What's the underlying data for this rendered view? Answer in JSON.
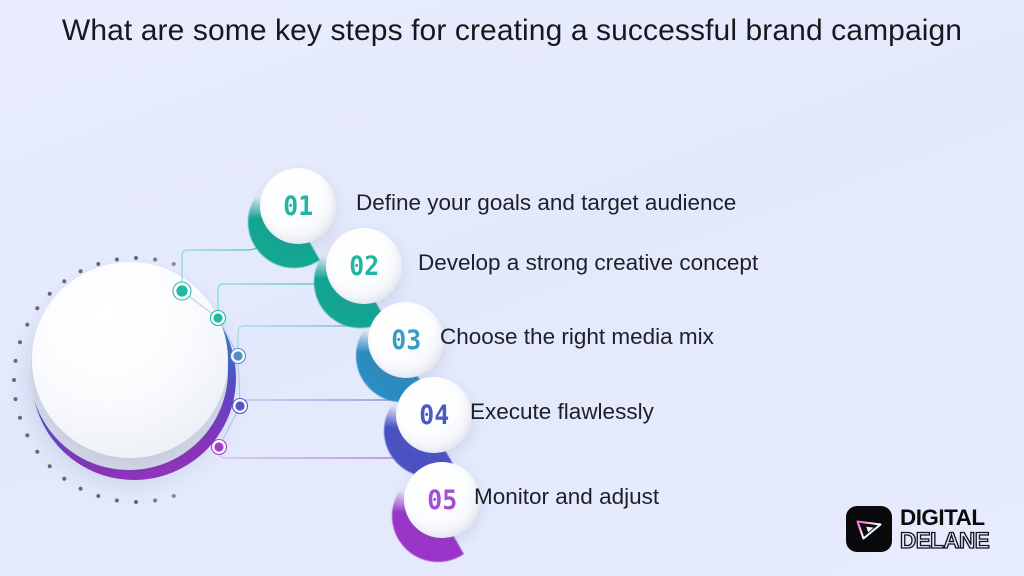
{
  "page": {
    "title": "What are some key steps for creating a successful brand campaign",
    "background_color": "#e4eafd",
    "title_color": "#16181d"
  },
  "steps": [
    {
      "number": "01",
      "label": "Define your goals and target audience",
      "accent_color": "#13a892",
      "number_color": "#1fb7a2"
    },
    {
      "number": "02",
      "label": "Develop a strong creative concept",
      "accent_color": "#12a793",
      "number_color": "#22b5a4"
    },
    {
      "number": "03",
      "label": "Choose the right media mix",
      "accent_color": "#2b8ec2",
      "number_color": "#3a9cc4"
    },
    {
      "number": "04",
      "label": "Execute flawlessly",
      "accent_color": "#4a52c4",
      "number_color": "#4c5ac4"
    },
    {
      "number": "05",
      "label": "Monitor and adjust",
      "accent_color": "#9b34c9",
      "number_color": "#a24fd4"
    }
  ],
  "hub": {
    "name": "central-sphere",
    "ring_gradient_start": "#2fb6a8",
    "ring_gradient_mid": "#4a57c8",
    "ring_gradient_end": "#9b31c4",
    "dot_color": "#3a3f52"
  },
  "node_colors": [
    "#1fb9a6",
    "#1fb9a6",
    "#4f8fc4",
    "#4f56c6",
    "#a03fcb"
  ],
  "logo": {
    "line1": "DIGITAL",
    "line2": "DELANE",
    "mark": "play-triangle-icon",
    "mark_background": "#0a0a0c",
    "mark_gradient_start": "#ff5fd2",
    "mark_gradient_end": "#43f0ff"
  }
}
